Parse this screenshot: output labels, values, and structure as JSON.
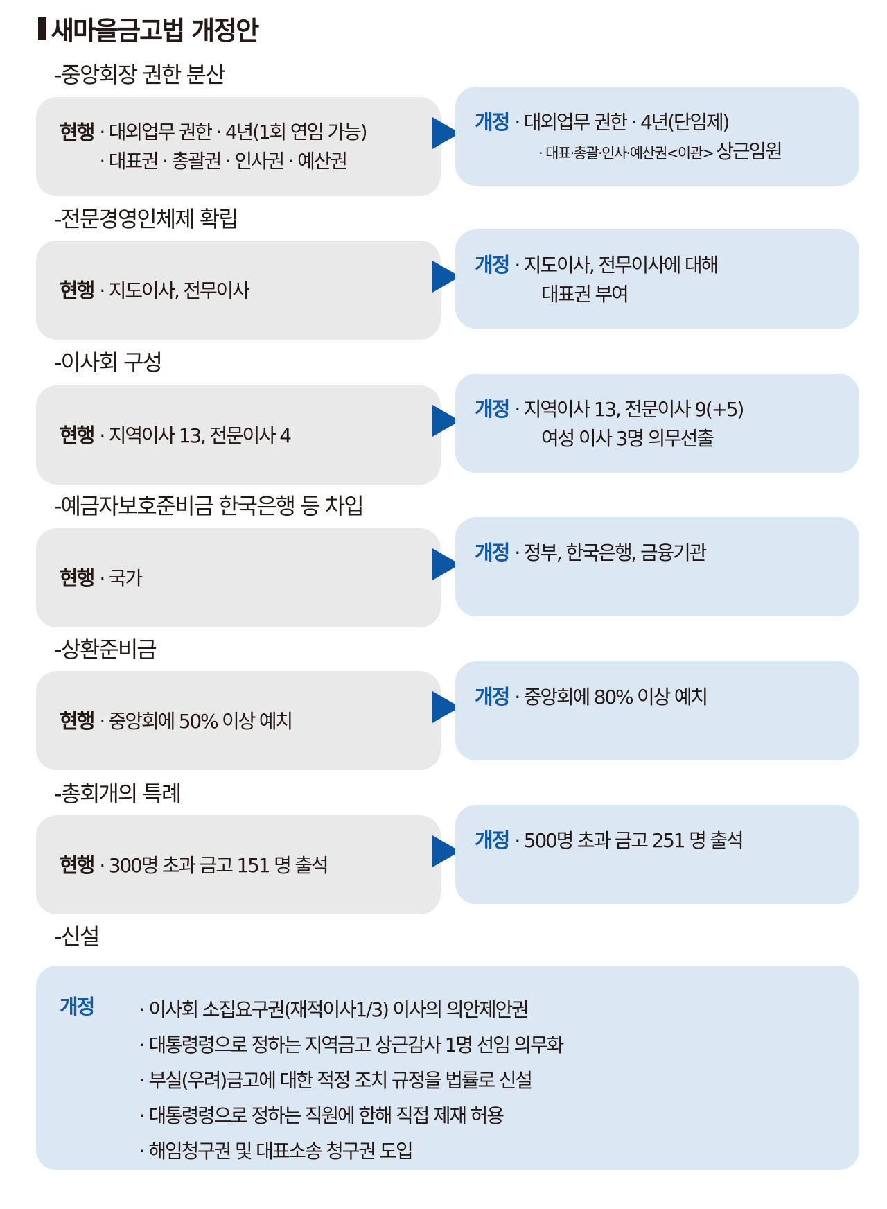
{
  "title": "새마을금고법 개정안",
  "labels": {
    "current": "현행",
    "revised": "개정"
  },
  "colors": {
    "current_bg": "#e9e9e9",
    "revised_bg": "#dbe7f2",
    "arrow": "#0b56a5",
    "revised_label": "#1459a6",
    "text": "#231815"
  },
  "sections": [
    {
      "heading": "-중앙회장 권한 분산",
      "current": [
        "· 대외업무 권한 · 4년(1회 연임 가능)",
        "· 대표권 · 총괄권 · 인사권 · 예산권"
      ],
      "revised": [
        "· 대외업무 권한 · 4년(단임제)"
      ],
      "revised_line2_small": "· 대표·총괄·인사·예산권<이관>",
      "revised_line2_large": "상근임원"
    },
    {
      "heading": "-전문경영인체제 확립",
      "current": [
        "· 지도이사, 전무이사"
      ],
      "revised": [
        "· 지도이사, 전무이사에 대해",
        "대표권 부여"
      ]
    },
    {
      "heading": "-이사회 구성",
      "current": [
        "· 지역이사 13, 전문이사 4"
      ],
      "revised": [
        "· 지역이사 13, 전문이사 9(+5)",
        "여성 이사 3명 의무선출"
      ]
    },
    {
      "heading": "-예금자보호준비금 한국은행 등 차입",
      "current": [
        "· 국가"
      ],
      "revised": [
        "· 정부, 한국은행, 금융기관"
      ]
    },
    {
      "heading": "-상환준비금",
      "current": [
        "· 중앙회에 50% 이상 예치"
      ],
      "revised": [
        "· 중앙회에 80% 이상 예치"
      ]
    },
    {
      "heading": "-총회개의 특례",
      "current": [
        "· 300명 초과 금고 151 명 출석"
      ],
      "revised": [
        "· 500명 초과 금고 251 명 출석"
      ]
    }
  ],
  "new_section": {
    "heading": "-신설",
    "items": [
      "· 이사회 소집요구권(재적이사1/3) 이사의 의안제안권",
      "· 대통령령으로 정하는 지역금고 상근감사 1명 선임 의무화",
      "· 부실(우려)금고에 대한 적정 조치 규정을 법률로 신설",
      "· 대통령령으로 정하는 직원에 한해 직접 제재 허용",
      "· 해임청구권 및 대표소송 청구권 도입"
    ]
  }
}
